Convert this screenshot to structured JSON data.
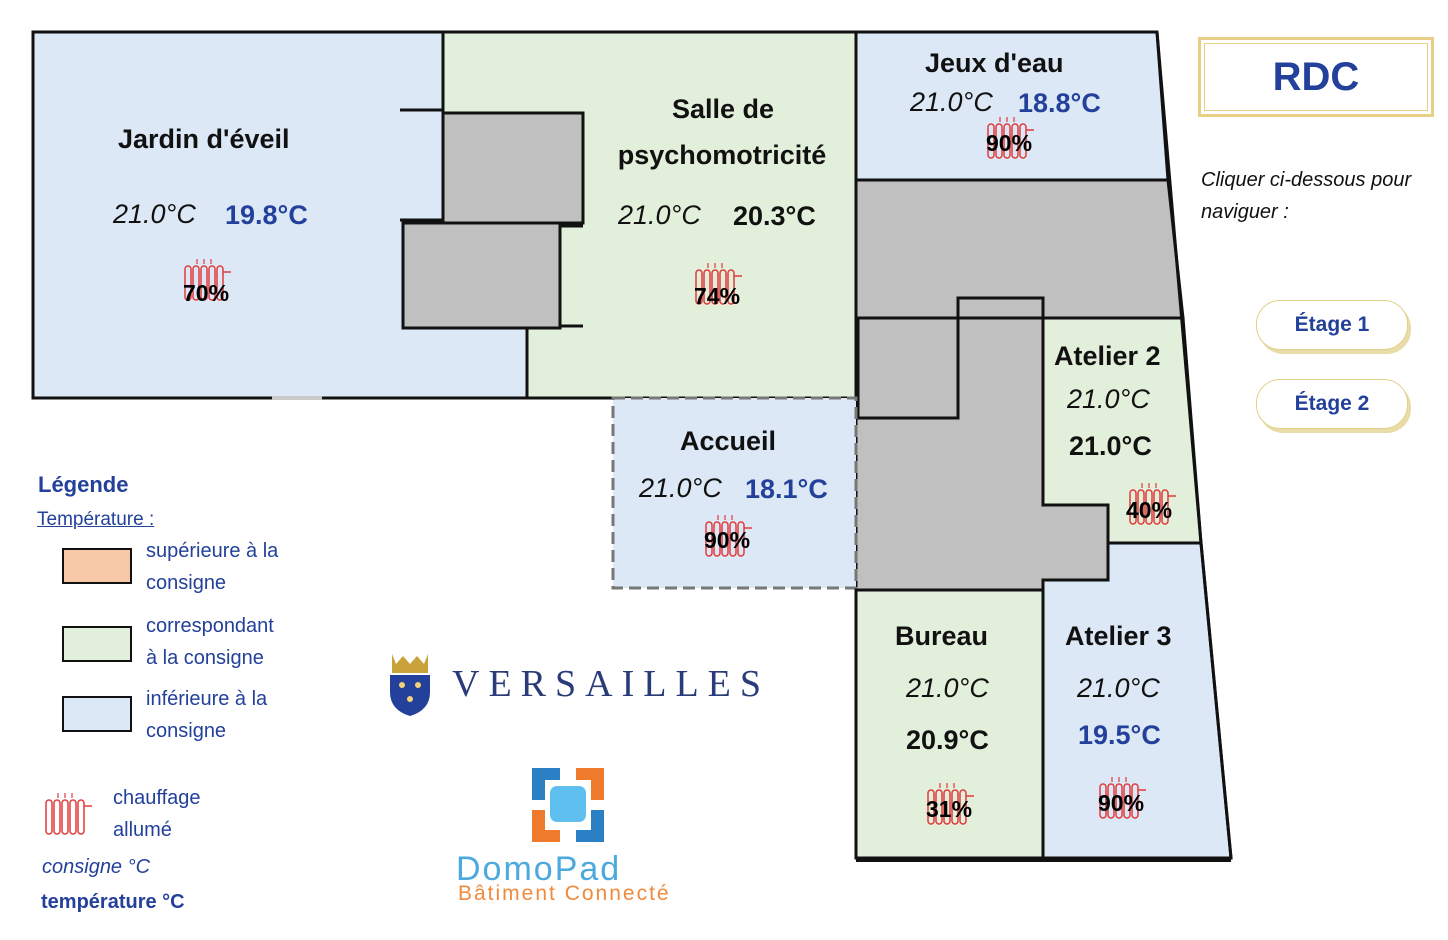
{
  "level": {
    "current": "RDC"
  },
  "help_text": "Cliquer ci-dessous pour naviguer :",
  "nav": [
    {
      "label": "Étage 1"
    },
    {
      "label": "Étage 2"
    }
  ],
  "rooms": {
    "jardin": {
      "name": "Jardin d'éveil",
      "setpoint": "21.0°C",
      "temperature": "19.8°C",
      "heating": "70%",
      "status": "below"
    },
    "salle": {
      "name_line1": "Salle de",
      "name_line2": "psychomotricité",
      "setpoint": "21.0°C",
      "temperature": "20.3°C",
      "heating": "74%",
      "status": "match"
    },
    "jeux": {
      "name": "Jeux d'eau",
      "setpoint": "21.0°C",
      "temperature": "18.8°C",
      "heating": "90%",
      "status": "below"
    },
    "accueil": {
      "name": "Accueil",
      "setpoint": "21.0°C",
      "temperature": "18.1°C",
      "heating": "90%",
      "status": "below"
    },
    "atelier2": {
      "name": "Atelier 2",
      "setpoint": "21.0°C",
      "temperature": "21.0°C",
      "heating": "40%",
      "status": "match"
    },
    "bureau": {
      "name": "Bureau",
      "setpoint": "21.0°C",
      "temperature": "20.9°C",
      "heating": "31%",
      "status": "match"
    },
    "atelier3": {
      "name": "Atelier 3",
      "setpoint": "21.0°C",
      "temperature": "19.5°C",
      "heating": "90%",
      "status": "below"
    }
  },
  "legend": {
    "title": "Légende",
    "subtitle": "Température :",
    "above": {
      "line1": "supérieure à la",
      "line2": "consigne",
      "color": "#f6c8a8"
    },
    "match": {
      "line1": "correspondant",
      "line2": "à la consigne",
      "color": "#e2efda"
    },
    "below": {
      "line1": "inférieure à la",
      "line2": "consigne",
      "color": "#dce8f6"
    },
    "heating": {
      "line1": "chauffage",
      "line2": "allumé"
    },
    "setpoint_label": "consigne °C",
    "temperature_label": "température °C"
  },
  "logos": {
    "versailles": "VERSAILLES",
    "domopad": "DomoPad",
    "domopad_sub": "Bâtiment Connecté"
  },
  "colors": {
    "below": "#dce8f6",
    "match": "#e2efda",
    "wall": "#111111",
    "service": "#c0c0c0",
    "radiator": "#e03a3a",
    "accent": "#23409a"
  }
}
